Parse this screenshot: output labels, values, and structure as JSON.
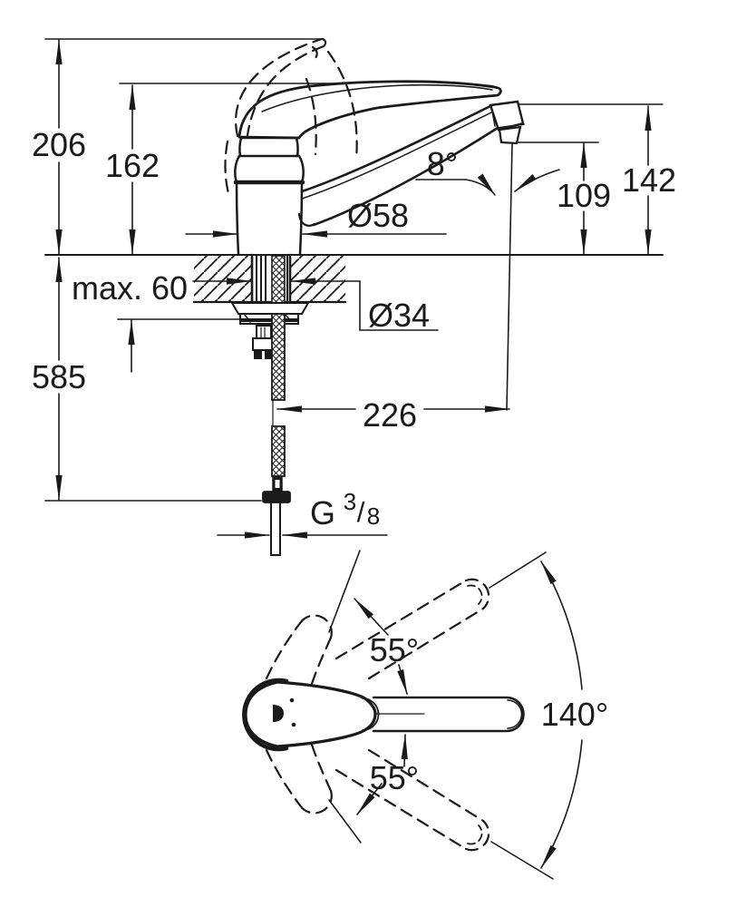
{
  "colors": {
    "ink": "#1a1a1a",
    "background": "#ffffff"
  },
  "side_view": {
    "overall_height": "206",
    "handle_height": "162",
    "spout_height": "142",
    "outlet_height": "109",
    "outlet_angle": "8°",
    "body_diameter": "Ø58",
    "shank_diameter": "Ø34",
    "max_deck_thickness": "max. 60",
    "hose_length": "585",
    "spout_reach": "226",
    "thread": {
      "g": "G",
      "numerator": "3",
      "slash": "/",
      "denominator": "8"
    }
  },
  "plan_view": {
    "handle_swivel_up": "55°",
    "handle_swivel_down": "55°",
    "spout_swivel": "140°"
  }
}
